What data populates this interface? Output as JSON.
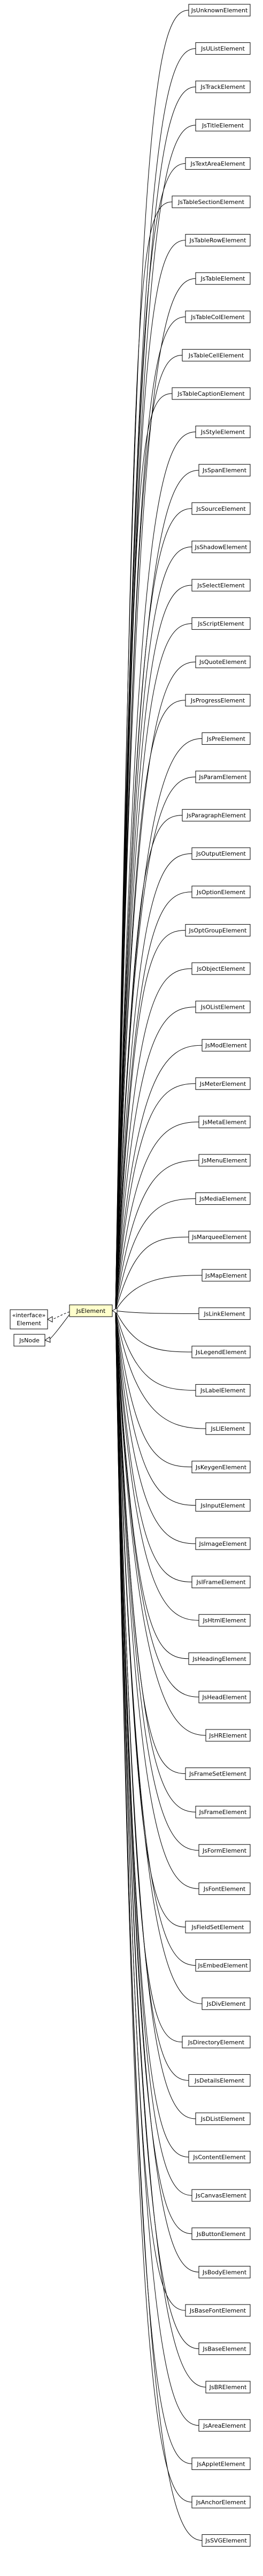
{
  "focus": {
    "name": "JsElement",
    "color": "#ffffcc"
  },
  "interface": {
    "stereotype": "«interface»",
    "name": "Element"
  },
  "node": {
    "name": "JsNode"
  },
  "subclasses": [
    "JsUnknownElement",
    "JsUListElement",
    "JsTrackElement",
    "JsTitleElement",
    "JsTextAreaElement",
    "JsTableSectionElement",
    "JsTableRowElement",
    "JsTableElement",
    "JsTableColElement",
    "JsTableCellElement",
    "JsTableCaptionElement",
    "JsStyleElement",
    "JsSpanElement",
    "JsSourceElement",
    "JsShadowElement",
    "JsSelectElement",
    "JsScriptElement",
    "JsQuoteElement",
    "JsProgressElement",
    "JsPreElement",
    "JsParamElement",
    "JsParagraphElement",
    "JsOutputElement",
    "JsOptionElement",
    "JsOptGroupElement",
    "JsObjectElement",
    "JsOListElement",
    "JsModElement",
    "JsMeterElement",
    "JsMetaElement",
    "JsMenuElement",
    "JsMediaElement",
    "JsMarqueeElement",
    "JsMapElement",
    "JsLinkElement",
    "JsLegendElement",
    "JsLabelElement",
    "JsLIElement",
    "JsKeygenElement",
    "JsInputElement",
    "JsImageElement",
    "JsIFrameElement",
    "JsHtmlElement",
    "JsHeadingElement",
    "JsHeadElement",
    "JsHRElement",
    "JsFrameSetElement",
    "JsFrameElement",
    "JsFormElement",
    "JsFontElement",
    "JsFieldSetElement",
    "JsEmbedElement",
    "JsDivElement",
    "JsDirectoryElement",
    "JsDetailsElement",
    "JsDListElement",
    "JsContentElement",
    "JsCanvasElement",
    "JsButtonElement",
    "JsBodyElement",
    "JsBaseFontElement",
    "JsBaseElement",
    "JsBRElement",
    "JsAreaElement",
    "JsAppletElement",
    "JsAnchorElement",
    "JsSVGElement"
  ]
}
